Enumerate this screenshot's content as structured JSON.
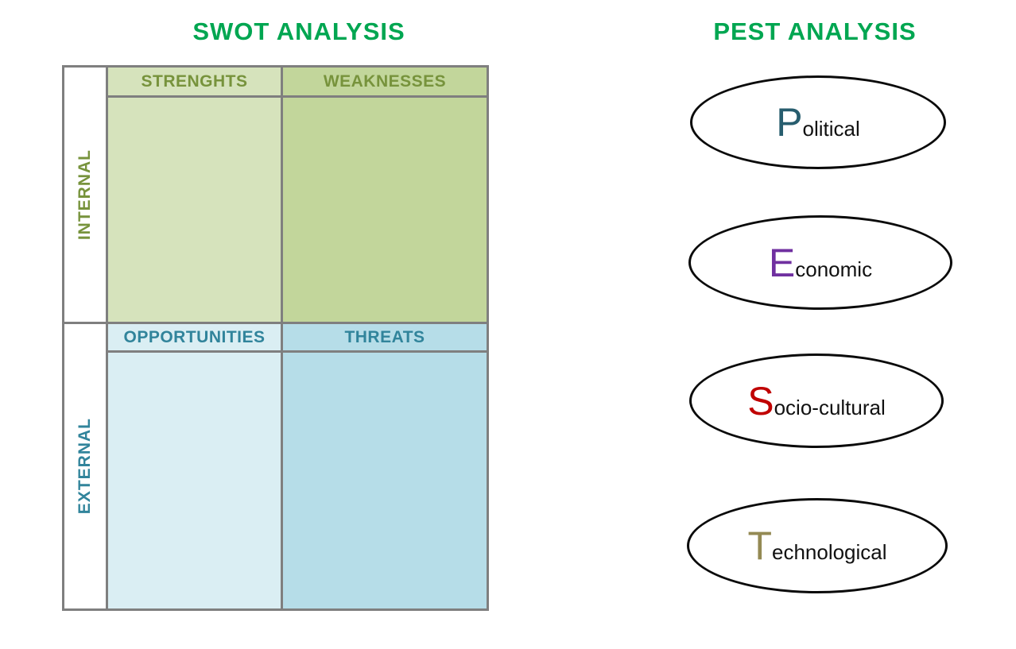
{
  "page": {
    "background": "#ffffff",
    "gridline_color": "#7F7F7F",
    "title_color": "#00A651"
  },
  "swot": {
    "title": "SWOT ANALYSIS",
    "title_color": "#00A651",
    "internal_label": "INTERNAL",
    "internal_label_color": "#77933C",
    "external_label": "EXTERNAL",
    "external_label_color": "#31849B",
    "quadrants": {
      "strengths": {
        "label": "STRENGHTS",
        "bg": "#D6E3BC",
        "text_color": "#77933C"
      },
      "weaknesses": {
        "label": "WEAKNESSES",
        "bg": "#C2D69B",
        "text_color": "#77933C"
      },
      "opportunities": {
        "label": "OPPORTUNITIES",
        "bg": "#DAEEF3",
        "text_color": "#31849B"
      },
      "threats": {
        "label": "THREATS",
        "bg": "#B6DDE8",
        "text_color": "#31849B"
      }
    }
  },
  "pest": {
    "title": "PEST ANALYSIS",
    "title_color": "#00A651",
    "factors": [
      {
        "name": "political",
        "initial": "P",
        "rest": "olitical",
        "initial_color": "#275D6E"
      },
      {
        "name": "economic",
        "initial": "E",
        "rest": "conomic",
        "initial_color": "#7030A0"
      },
      {
        "name": "socio-cultural",
        "initial": "S",
        "rest": "ocio-cultural",
        "initial_color": "#C00000"
      },
      {
        "name": "technological",
        "initial": "T",
        "rest": "echnological",
        "initial_color": "#948A54"
      }
    ]
  }
}
